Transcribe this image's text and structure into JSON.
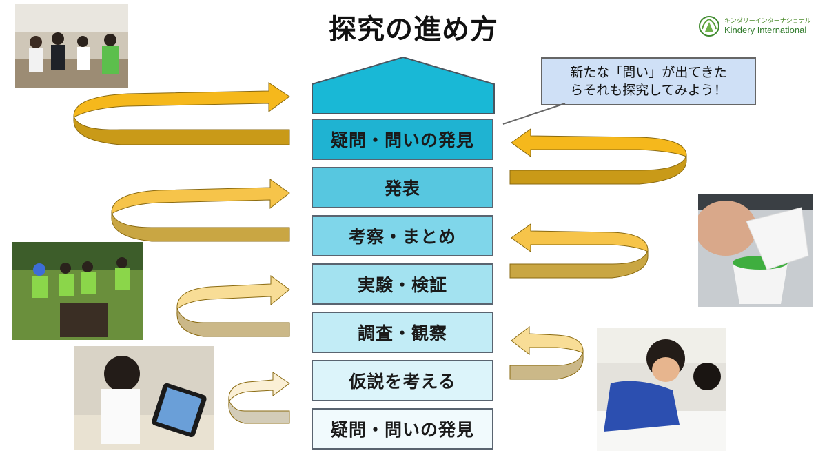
{
  "title": "探究の進め方",
  "logo": {
    "jp": "キンダリーインターナショナル",
    "en": "Kindery International"
  },
  "callout": {
    "line1": "新たな「問い」が出てきた",
    "line2": "らそれも探究してみよう！"
  },
  "steps": [
    {
      "label": "疑問・問いの発見",
      "color": "#1fb3d2"
    },
    {
      "label": "発表",
      "color": "#57c7e0"
    },
    {
      "label": "考察・まとめ",
      "color": "#7fd6ea"
    },
    {
      "label": "実験・検証",
      "color": "#a3e2f0"
    },
    {
      "label": "調査・観察",
      "color": "#c2ecf6"
    },
    {
      "label": "仮説を考える",
      "color": "#dcf4fa"
    },
    {
      "label": "疑問・問いの発見",
      "color": "#f1fafd"
    }
  ],
  "colors": {
    "roof": "#19b8d6",
    "arrow_strong": "#f0b51c",
    "arrow_light": "#f7e7bd"
  }
}
